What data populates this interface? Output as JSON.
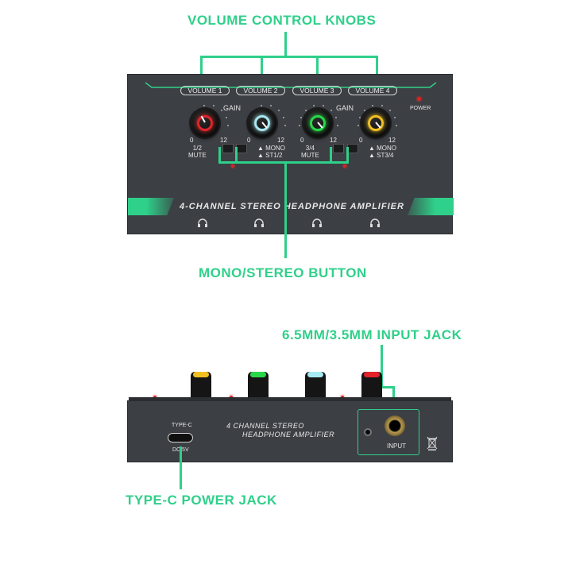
{
  "callouts": {
    "volume": "VOLUME CONTROL KNOBS",
    "mono_stereo": "MONO/STEREO BUTTON",
    "input_jack": "6.5MM/3.5MM INPUT JACK",
    "power_jack": "TYPE-C POWER JACK"
  },
  "front_panel": {
    "volume_labels": [
      "VOLUME 1",
      "VOLUME 2",
      "VOLUME 3",
      "VOLUME 4"
    ],
    "gain_label": "GAIN",
    "scale_min": "0",
    "scale_max": "12",
    "power_label": "POWER",
    "button_labels": {
      "ch12_mute": "1/2\nMUTE",
      "mono1": "MONO",
      "st12": "ST1/2",
      "ch34_mute": "3/4\nMUTE",
      "mono2": "MONO",
      "st34": "ST3/4"
    },
    "title": "4-CHANNEL  STEREO HEADPHONE AMPLIFIER",
    "knob_colors": [
      "#e0242a",
      "#a8e8f0",
      "#28d84a",
      "#f0c020"
    ]
  },
  "back_panel": {
    "typec_label": "TYPE-C",
    "power_spec": "DC 5V",
    "product_line1": "4 CHANNEL STEREO",
    "product_line2": "HEADPHONE AMPLIFIER",
    "input_label": "INPUT",
    "top_knob_colors": [
      "#f0c020",
      "#28d84a",
      "#a8e8f0",
      "#e0242a"
    ]
  }
}
